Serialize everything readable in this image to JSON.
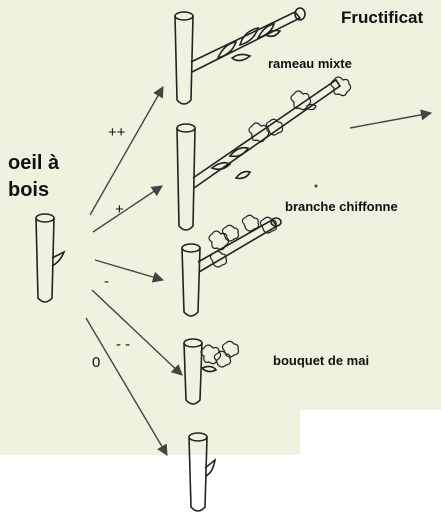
{
  "title": "Fructificat",
  "start": {
    "label_line1": "oeil à",
    "label_line2": "bois"
  },
  "stages": [
    {
      "id": "strong",
      "symbol": "++",
      "label": ""
    },
    {
      "id": "mixte",
      "symbol": "+",
      "label": "rameau mixte"
    },
    {
      "id": "chiffonne",
      "symbol": "-",
      "label": "branche chiffonne"
    },
    {
      "id": "bouquet",
      "symbol": "- -",
      "label": "bouquet de mai"
    },
    {
      "id": "zero",
      "symbol": "0",
      "label": ""
    }
  ],
  "colors": {
    "background_tint": "#eef3df",
    "ink": "#222222",
    "arrow": "#444444"
  }
}
